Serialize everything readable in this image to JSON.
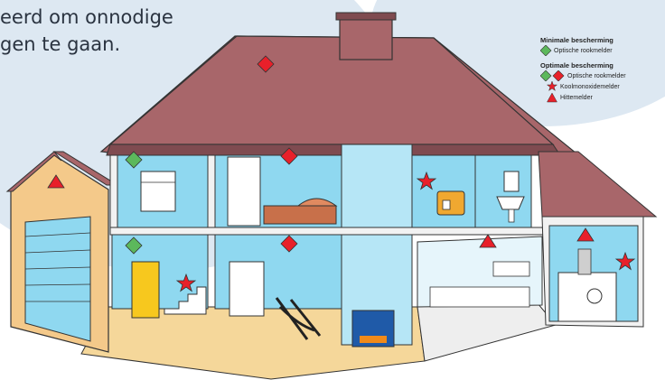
{
  "intro": {
    "line1": "eerd om onnodige",
    "line2": "gen te gaan."
  },
  "legend": {
    "minimal": {
      "title": "Minimale bescherming",
      "items": [
        {
          "symbol": "green-diamond",
          "label": "Optische rookmelder"
        }
      ]
    },
    "optimal": {
      "title": "Optimale bescherming",
      "items": [
        {
          "symbol": "green-and-red-diamond",
          "label": "Optische rookmelder"
        },
        {
          "symbol": "red-star",
          "label": "Koolmonoxidemelder"
        },
        {
          "symbol": "red-triangle",
          "label": "Hittemelder"
        }
      ]
    }
  },
  "colors": {
    "smoke_min": "#5cb85c",
    "smoke_opt": "#e8202a",
    "co": "#e8202a",
    "heat": "#e8202a",
    "wall_blue": "#8fd8f0",
    "roof": "#a8666a",
    "floor": "#f5d79a"
  },
  "detectors": [
    {
      "type": "smoke",
      "level": "optimal",
      "room": "attic"
    },
    {
      "type": "smoke",
      "level": "minimal",
      "room": "bedroom-left"
    },
    {
      "type": "smoke",
      "level": "optimal",
      "room": "bedroom-middle"
    },
    {
      "type": "co",
      "level": "optimal",
      "room": "upstairs-right"
    },
    {
      "type": "heat",
      "level": "optimal",
      "room": "garage"
    },
    {
      "type": "smoke",
      "level": "minimal",
      "room": "hallway"
    },
    {
      "type": "co",
      "level": "optimal",
      "room": "hallway"
    },
    {
      "type": "smoke",
      "level": "optimal",
      "room": "living-room"
    },
    {
      "type": "heat",
      "level": "optimal",
      "room": "kitchen"
    },
    {
      "type": "heat",
      "level": "optimal",
      "room": "utility-room"
    },
    {
      "type": "co",
      "level": "optimal",
      "room": "utility-room"
    }
  ]
}
